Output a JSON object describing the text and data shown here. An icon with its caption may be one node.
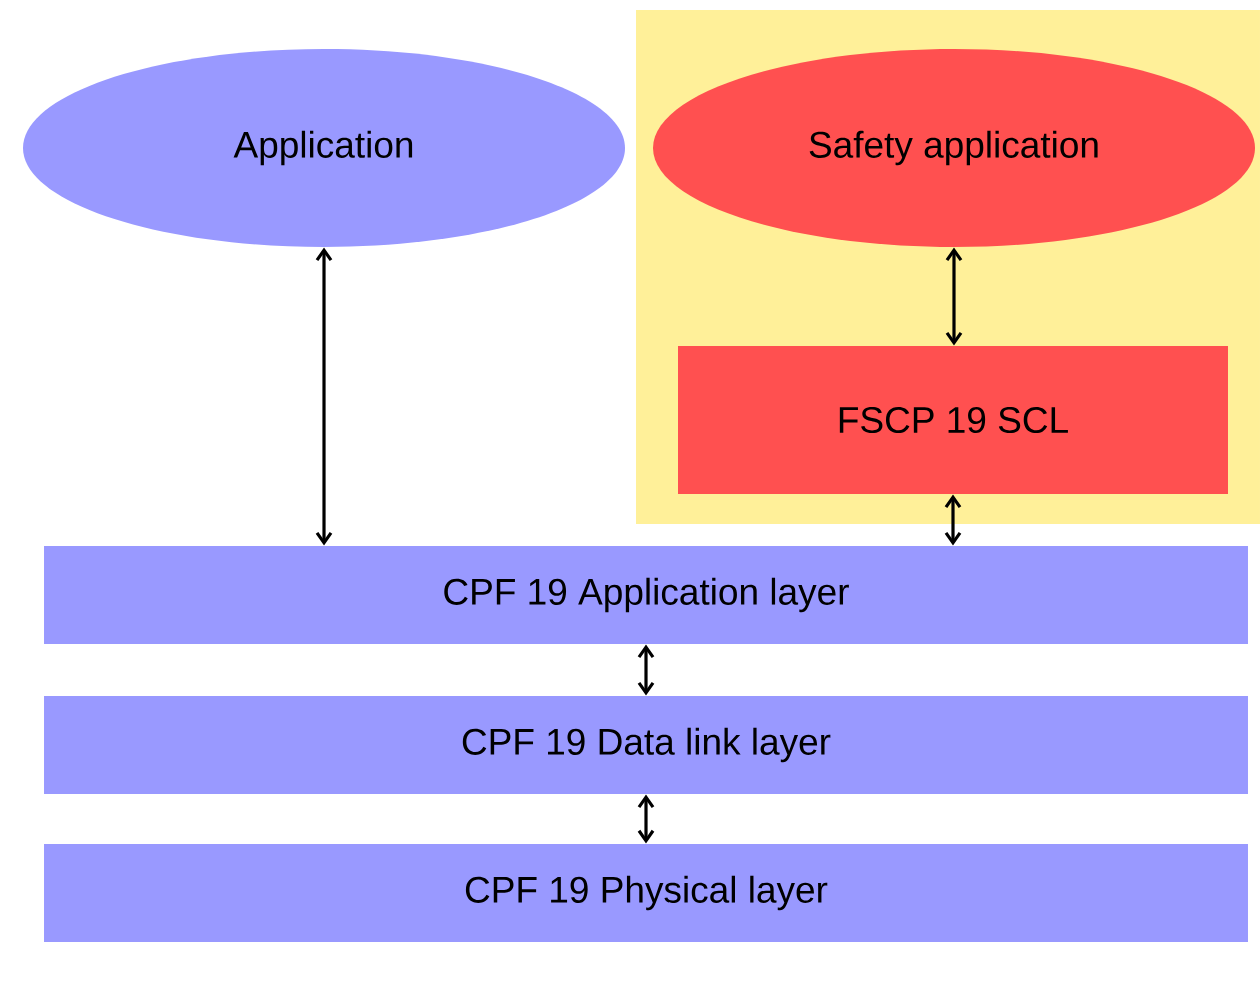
{
  "diagram": {
    "nodes": [
      {
        "text": [],
        "shape": "box"
      },
      {
        "text": [
          "Application"
        ]
      },
      {
        "text": [
          "Safety application"
        ],
        "in": 0
      },
      {
        "text": [
          "FSCP 19 SCL"
        ],
        "in": 0
      },
      {
        "text": [
          "CPF 19 Application layer"
        ]
      },
      {
        "text": [
          "CPF 19 Data link layer"
        ]
      },
      {
        "text": [
          "CPF 19 Physical layer"
        ]
      }
    ],
    "edges": [
      {
        "from": 1,
        "to": 4,
        "arrow": "both"
      },
      {
        "from": 2,
        "to": 3,
        "arrow": "both"
      },
      {
        "from": 3,
        "to": 4,
        "arrow": "both"
      },
      {
        "from": 4,
        "to": 5,
        "arrow": "both"
      },
      {
        "from": 5,
        "to": 6,
        "arrow": "both"
      }
    ]
  }
}
